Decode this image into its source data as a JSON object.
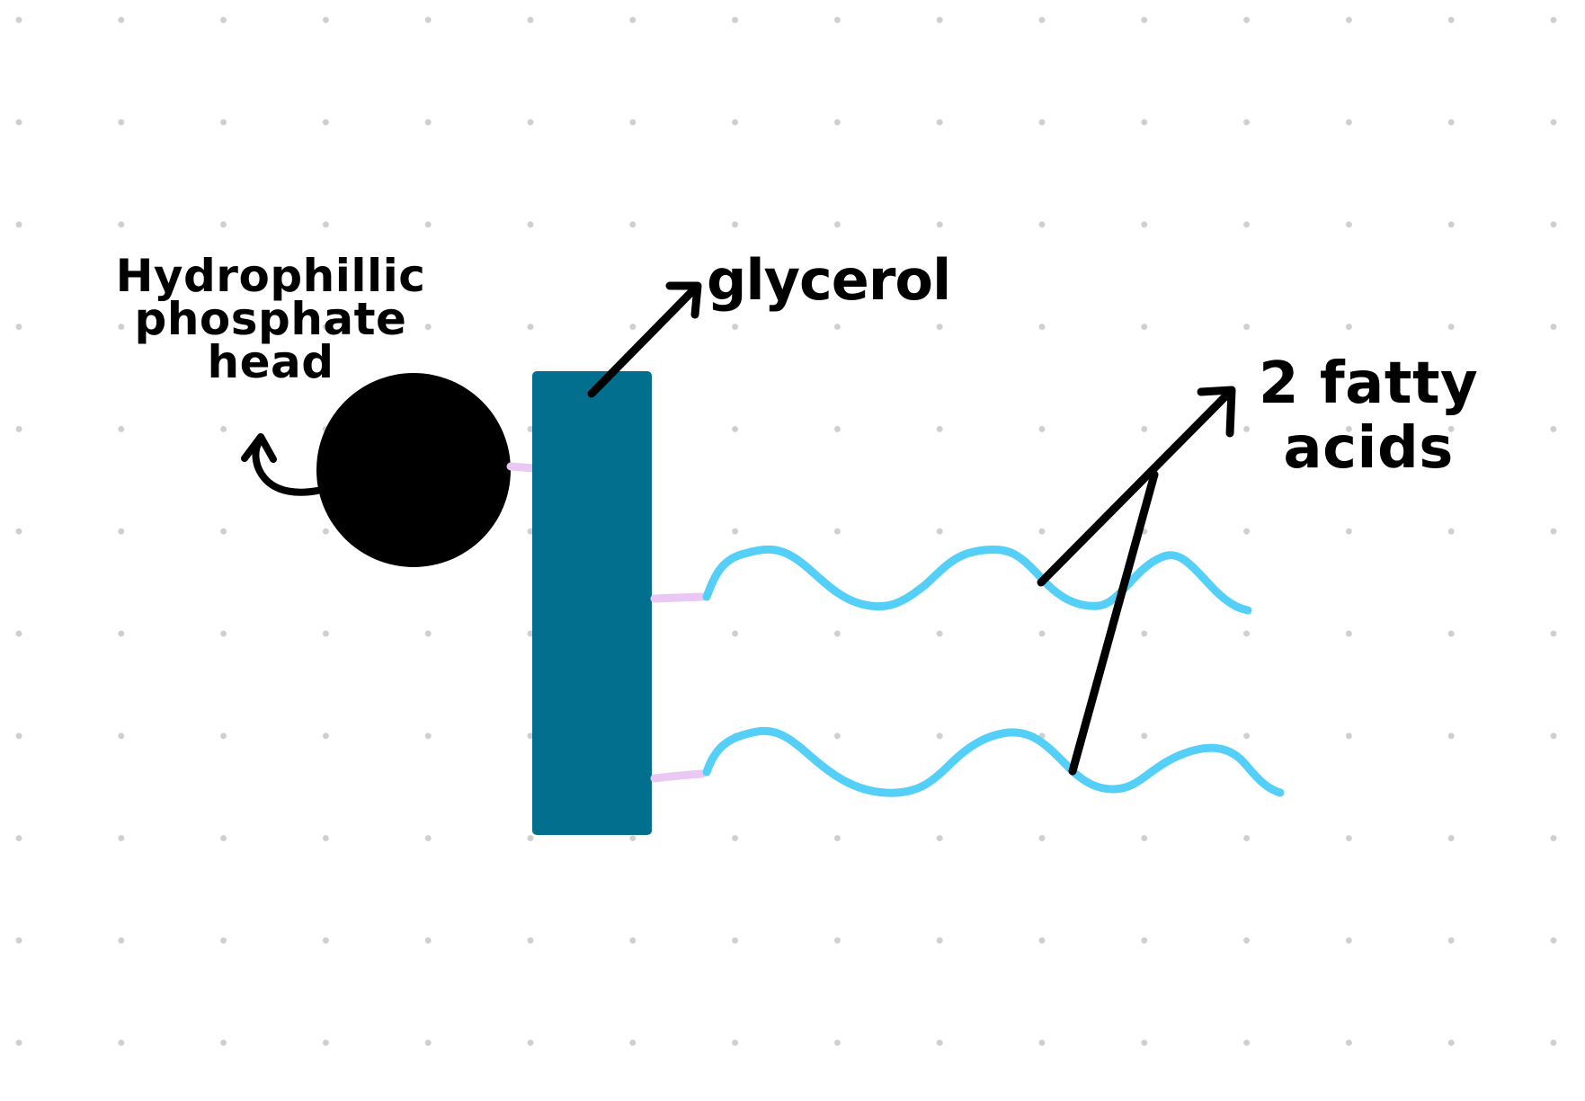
{
  "labels": {
    "phosphate_head": "Hydrophillic\nphosphate\nhead",
    "glycerol": "glycerol",
    "fatty_acids": "2 fatty\nacids"
  },
  "colors": {
    "phosphate_head": "#000000",
    "glycerol": "#036f8e",
    "fatty_acid_tails": "#54cff7",
    "bonds": "#ebc8f3",
    "arrows": "#000000",
    "grid_dots": "#cfcfcf",
    "background": "#ffffff"
  }
}
